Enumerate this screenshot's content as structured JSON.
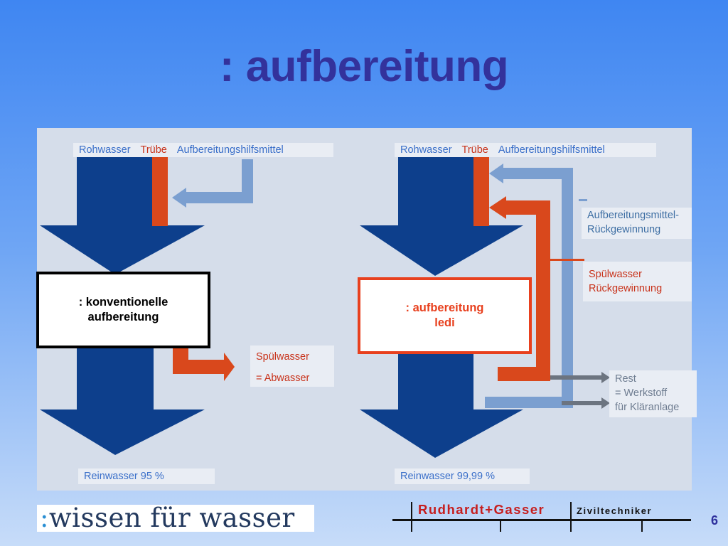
{
  "title": ": aufbereitung",
  "left": {
    "inputs": {
      "rohwasser": "Rohwasser",
      "truebe": "Trübe",
      "hilfsmittel": "Aufbereitungshilfsmittel"
    },
    "process_box": {
      "line1": ": konventionelle",
      "line2": "aufbereitung"
    },
    "spuelwasser": {
      "line1": "Spülwasser",
      "line2": "= Abwasser"
    },
    "output": "Reinwasser 95 %"
  },
  "right": {
    "inputs": {
      "rohwasser": "Rohwasser",
      "truebe": "Trübe",
      "hilfsmittel": "Aufbereitungshilfsmittel"
    },
    "process_box": {
      "line1": ": aufbereitung",
      "line2": "ledi"
    },
    "recovery_agents": {
      "line1": "Aufbereitungsmittel-",
      "line2": "Rückgewinnung"
    },
    "recovery_water": {
      "line1": "Spülwasser",
      "line2": "Rückgewinnung"
    },
    "rest": {
      "line1": "Rest",
      "line2": "= Werkstoff",
      "line3": "für Kläranlage"
    },
    "output": "Reinwasser 99,99 %"
  },
  "footer": {
    "logo_dots": ":",
    "logo_text": "wissen für wasser",
    "company": "Rudhardt+Gasser",
    "company_suffix": "Ziviltechniker",
    "page_number": "6"
  },
  "colors": {
    "water_arrow": "#0d3f8c",
    "sludge": "#d9481c",
    "chemicals": "#7b9fd0",
    "rest": "#6c7480",
    "title": "#33329c",
    "ledi_box_border": "#e8401e"
  }
}
